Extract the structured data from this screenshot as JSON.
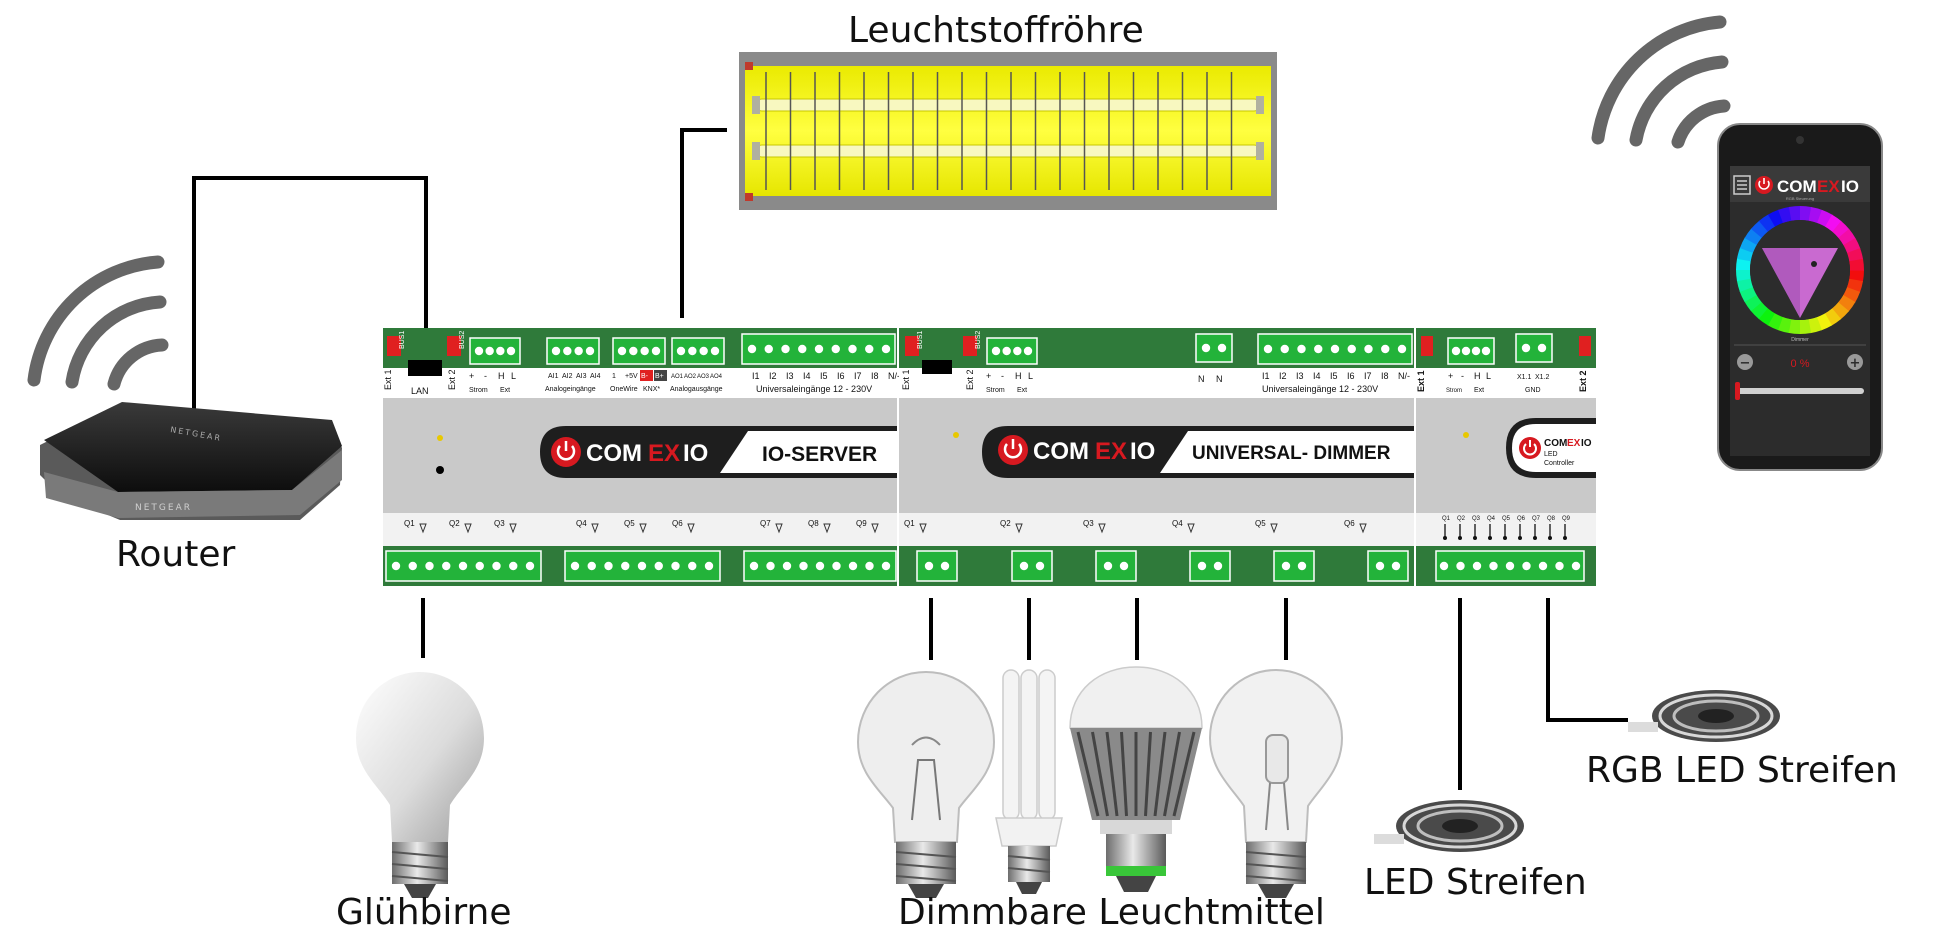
{
  "labels": {
    "tube": "Leuchtstoffröhre",
    "router": "Router",
    "incandescent": "Glühbirne",
    "dimmable": "Dimmbare Leuchtmittel",
    "led_strip": "LED Streifen",
    "rgb_led_strip": "RGB LED Streifen"
  },
  "router": {
    "brand": "NETGEAR"
  },
  "io_server": {
    "brand_com": "COM",
    "brand_ex": "EX",
    "brand_io": "IO",
    "name": "IO-SERVER",
    "ext1": "Ext 1",
    "bus1": "BUS1",
    "lan": "LAN",
    "ext2": "Ext 2",
    "bus2": "BUS2",
    "plus": "+",
    "minus": "-",
    "h": "H",
    "l": "L",
    "strom": "Strom",
    "ext": "Ext",
    "a1": "AI1",
    "a2": "AI2",
    "a3": "AI3",
    "a4": "AI4",
    "analog_in": "Analogeingänge",
    "one": "1",
    "p5v": "+5V",
    "onewire": "OneWire",
    "bminus": "B-",
    "bplus": "B+",
    "knx": "KNX*",
    "ao1": "AO1",
    "ao2": "AO2",
    "ao3": "AO3",
    "ao4": "AO4",
    "analog_out": "Analogausgänge",
    "inputs": [
      "I1",
      "I2",
      "I3",
      "I4",
      "I5",
      "I6",
      "I7",
      "I8",
      "N/-"
    ],
    "universal_in": "Universaleingänge 12 - 230V",
    "outputs": [
      "Q1",
      "Q2",
      "Q3",
      "Q4",
      "Q5",
      "Q6",
      "Q7",
      "Q8",
      "Q9"
    ]
  },
  "dimmer": {
    "brand_com": "COM",
    "brand_ex": "EX",
    "brand_io": "IO",
    "name": "UNIVERSAL- DIMMER",
    "ext1": "Ext 1",
    "bus1": "BUS1",
    "ext2": "Ext 2",
    "bus2": "BUS2",
    "plus": "+",
    "minus": "-",
    "h": "H",
    "l": "L",
    "strom": "Strom",
    "ext": "Ext",
    "n1": "N",
    "n2": "N",
    "inputs": [
      "I1",
      "I2",
      "I3",
      "I4",
      "I5",
      "I6",
      "I7",
      "I8",
      "N/-"
    ],
    "universal_in": "Universaleingänge 12 - 230V",
    "outputs": [
      "Q1",
      "Q2",
      "Q3",
      "Q4",
      "Q5",
      "Q6"
    ]
  },
  "led_controller": {
    "brand_com": "COM",
    "brand_ex": "EX",
    "brand_io": "IO",
    "line1": "LED",
    "line2": "Controller",
    "ext1": "Ext 1",
    "ext2": "Ext 2",
    "plus": "+",
    "minus": "-",
    "h": "H",
    "l": "L",
    "strom": "Strom",
    "ext": "Ext",
    "x11": "X1.1",
    "x12": "X1.2",
    "gnd": "GND",
    "outputs": [
      "Q1",
      "Q2",
      "Q3",
      "Q4",
      "Q5",
      "Q6",
      "Q7",
      "Q8",
      "Q9"
    ]
  },
  "phone": {
    "brand_com": "COM",
    "brand_ex": "EX",
    "brand_io": "IO",
    "subtitle": "RGB Steuerung",
    "wheel_label": "Dimmer",
    "percent": "0 %",
    "minus": "−",
    "plus": "+",
    "slider_level": 0
  },
  "colors": {
    "module_green": "#2f7a3a",
    "terminal_green": "#23b33a",
    "module_grey": "#c9c9c9",
    "brand_red": "#d71920",
    "tube_yellow": "#f4f000",
    "wire": "#000000",
    "wifi": "#666666"
  }
}
